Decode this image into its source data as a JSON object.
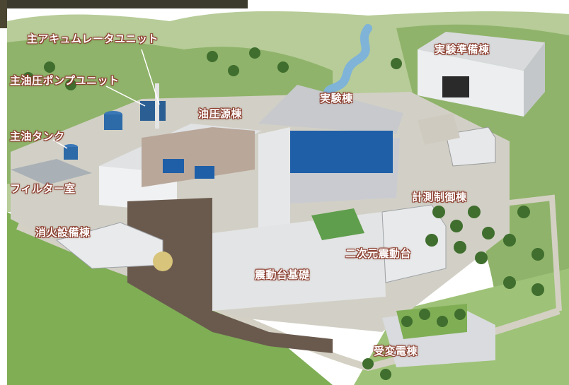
{
  "labels": {
    "main_accumulator_unit": "主アキュムレータユニット",
    "main_oil_pressure_pump_unit": "主油圧ポンプユニット",
    "main_oil_tank": "主油タンク",
    "filter_room": "フィルター室",
    "fire_equipment_building": "消火設備棟",
    "hydraulic_source_building": "油圧源棟",
    "experiment_building": "実験棟",
    "experiment_preparation_building": "実験準備棟",
    "measurement_control_building": "計測制御棟",
    "shaking_table_2d": "二次元震動台",
    "shaking_table_foundation": "震動台基礎",
    "substation_building": "受変電棟"
  },
  "colors": {
    "label_text": "#ffffff",
    "label_outline": "#8a3a2a",
    "hill": "#a9c48a",
    "forest": "#6f9a4a",
    "tree": "#3f6e2e",
    "grass": "#86b35a",
    "road": "#c9c6b8",
    "building_wall": "#e8e9ea",
    "building_roof": "#d6d8da",
    "blue_equipment": "#1f5fa8",
    "river": "#7fb4d8"
  }
}
